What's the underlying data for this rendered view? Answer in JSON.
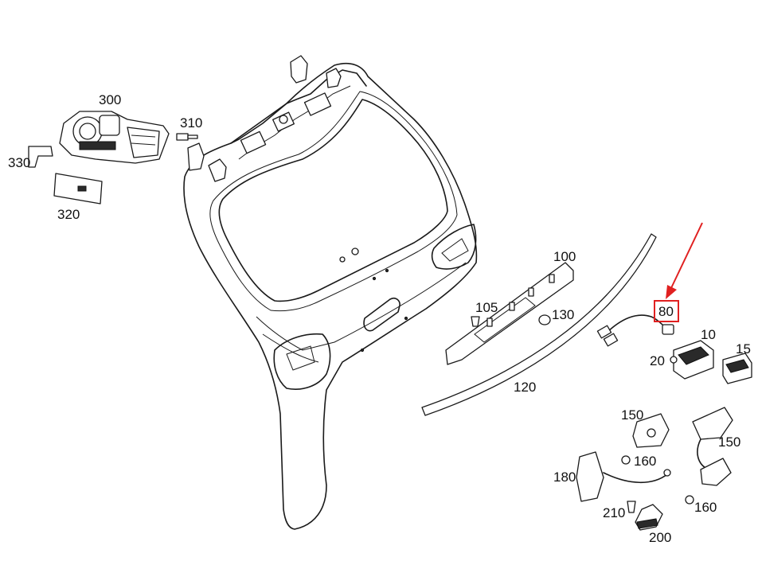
{
  "labels": {
    "p300": "300",
    "p310": "310",
    "p330": "330",
    "p320": "320",
    "p100": "100",
    "p105": "105",
    "p130": "130",
    "p120": "120",
    "p80": "80",
    "p10": "10",
    "p15": "15",
    "p20": "20",
    "p150a": "150",
    "p150b": "150",
    "p160a": "160",
    "p160b": "160",
    "p180": "180",
    "p210": "210",
    "p200": "200"
  },
  "highlight": {
    "label": "80",
    "color": "#e02020"
  }
}
